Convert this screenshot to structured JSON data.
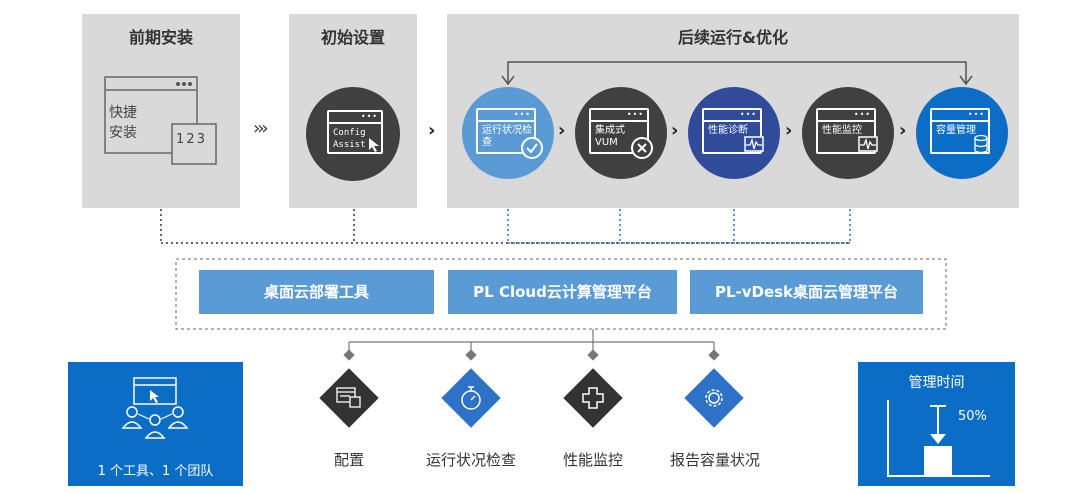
{
  "phases": {
    "pre_install": "前期安装",
    "initial_setup": "初始设置",
    "operation": "后续运行&优化"
  },
  "pre_install_window": {
    "line1": "快捷",
    "line2": "安装",
    "digits": "1 2 3"
  },
  "config_window": {
    "line1": "Config",
    "line2": "Assist"
  },
  "stages": [
    {
      "label": "运行状况检查",
      "color": "#5b9bd5",
      "icon": "check-circle-icon"
    },
    {
      "label": "集成式 VUM",
      "color": "#404040",
      "icon": "wrench-circle-icon"
    },
    {
      "label": "性能诊断",
      "color": "#2f4b9a",
      "icon": "pulse-monitor-icon"
    },
    {
      "label": "性能监控",
      "color": "#404040",
      "icon": "pulse-monitor-icon"
    },
    {
      "label": "容量管理",
      "color": "#0b6dc6",
      "icon": "database-icon"
    }
  ],
  "tools": {
    "deploy_tool": "桌面云部署工具",
    "pl_cloud": "PL Cloud云计算管理平台",
    "pl_vdesk": "PL-vDesk桌面云管理平台"
  },
  "features": [
    {
      "label": "配置",
      "icon": "config-icon",
      "color": "#333333"
    },
    {
      "label": "运行状况检查",
      "icon": "stopwatch-icon",
      "color": "#2e72c7"
    },
    {
      "label": "性能监控",
      "icon": "cross-icon",
      "color": "#333333"
    },
    {
      "label": "报告容量状况",
      "icon": "gear-icon",
      "color": "#2e72c7"
    }
  ],
  "team_box": {
    "caption": "1 个工具、1 个团队"
  },
  "mgmt_box": {
    "title": "管理时间",
    "percent": "50%"
  },
  "colors": {
    "panel_gray": "#d9d9d9",
    "accent_blue": "#5b9bd5",
    "deep_blue": "#0b6dc6",
    "dark_gray": "#404040"
  }
}
